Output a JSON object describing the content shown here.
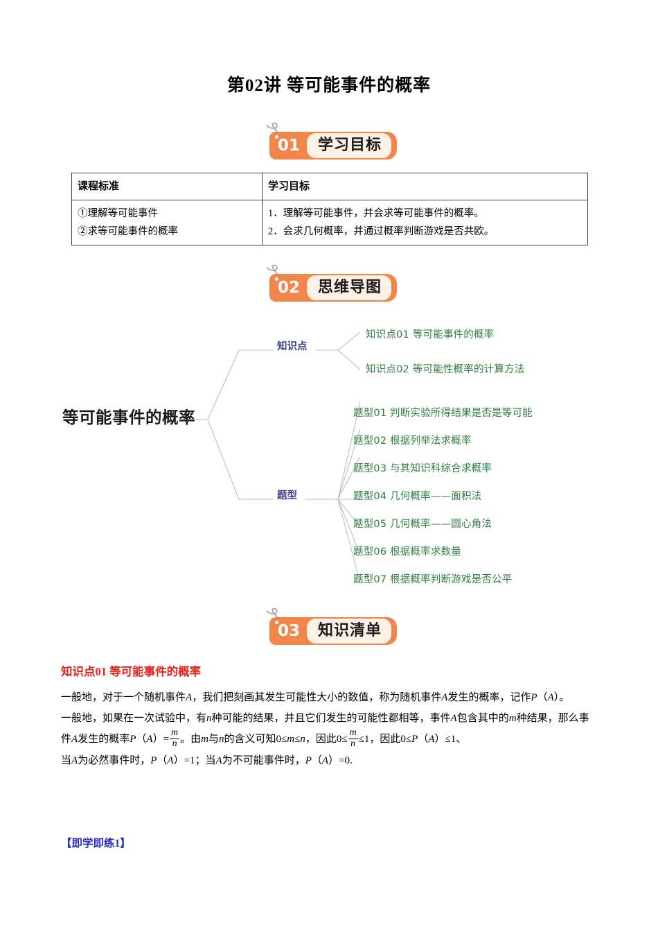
{
  "document": {
    "title": "第02讲  等可能事件的概率"
  },
  "sections": [
    {
      "number": "01",
      "label": "学习目标"
    },
    {
      "number": "02",
      "label": "思维导图"
    },
    {
      "number": "03",
      "label": "知识清单"
    }
  ],
  "goals_table": {
    "headers": [
      "课程标准",
      "学习目标"
    ],
    "rows": [
      {
        "standard": [
          "①理解等可能事件",
          "②求等可能事件的概率"
        ],
        "objective": [
          "1．理解等可能事件，并会求等可能事件的概率。",
          "2．会求几何概率，并通过概率判断游戏是否共欧。"
        ]
      }
    ]
  },
  "mindmap": {
    "center": "等可能事件的概率",
    "branches": [
      {
        "label": "知识点",
        "leaves": [
          "知识点01  等可能事件的概率",
          "知识点02  等可能性概率的计算方法"
        ]
      },
      {
        "label": "题型",
        "leaves": [
          "题型01  判断实验所得结果是否是等可能",
          "题型02  根据列举法求概率",
          "题型03  与其知识科综合求概率",
          "题型04  几何概率——面积法",
          "题型05  几何概率——圆心角法",
          "题型06  根据概率求数量",
          "题型07  根据概率判断游戏是否公平"
        ]
      }
    ]
  },
  "knowledge": {
    "heading": "知识点01    等可能事件的概率",
    "para1_a": "一般地，对于一个随机事件",
    "para1_v1": "A",
    "para1_b": "，我们把刻画其发生可能性大小的数值，称为随机事件",
    "para1_v2": "A",
    "para1_c": "发生的概率，记作",
    "para1_v3": "P",
    "para1_d": "（",
    "para1_v4": "A",
    "para1_e": "）。",
    "para2_a": "一般地，如果在一次试验中，有",
    "para2_n1": "n",
    "para2_b": "种可能的结果，并且它们发生的可能性都相等，事件",
    "para2_v1": "A",
    "para2_c": "包含其中的",
    "para2_m1": "m",
    "para2_d": "种结果，那么事件",
    "para2_v2": "A",
    "para2_e": "发生的概率",
    "para2_v3": "P",
    "para2_f": "（",
    "para2_v4": "A",
    "para2_g": "）=",
    "frac_num": "m",
    "frac_den": "n",
    "para2_h": "。由",
    "para2_m2": "m",
    "para2_i": "与",
    "para2_n2": "n",
    "para2_j": "的含义可知0≤",
    "para2_m3": "m",
    "para2_k": "≤",
    "para2_n3": "n",
    "para2_l": "，因此0≤",
    "frac2_num": "m",
    "frac2_den": "n",
    "para2_m": "≤1，因此0≤",
    "para2_v5": "P",
    "para2_n": "（",
    "para2_v6": "A",
    "para2_o": "）≤1、",
    "para3_a": "当",
    "para3_v1": "A",
    "para3_b": "为必然事件时，",
    "para3_v2": "P",
    "para3_c": "（",
    "para3_v3": "A",
    "para3_d": "）=1；当",
    "para3_v4": "A",
    "para3_e": "为不可能事件时，",
    "para3_v5": "P",
    "para3_f": "（",
    "para3_v6": "A",
    "para3_g": "）=0.",
    "practice_label": "【即学即练1】"
  },
  "colors": {
    "banner_orange": "#F2854C",
    "banner_pill": "#FDF1E6",
    "branch_blue": "#3b3f8f",
    "leaf_green": "#2e7d44",
    "heading_red": "#e8201b",
    "practice_blue": "#2a2ac0",
    "mm_line": "#b6bed0"
  }
}
